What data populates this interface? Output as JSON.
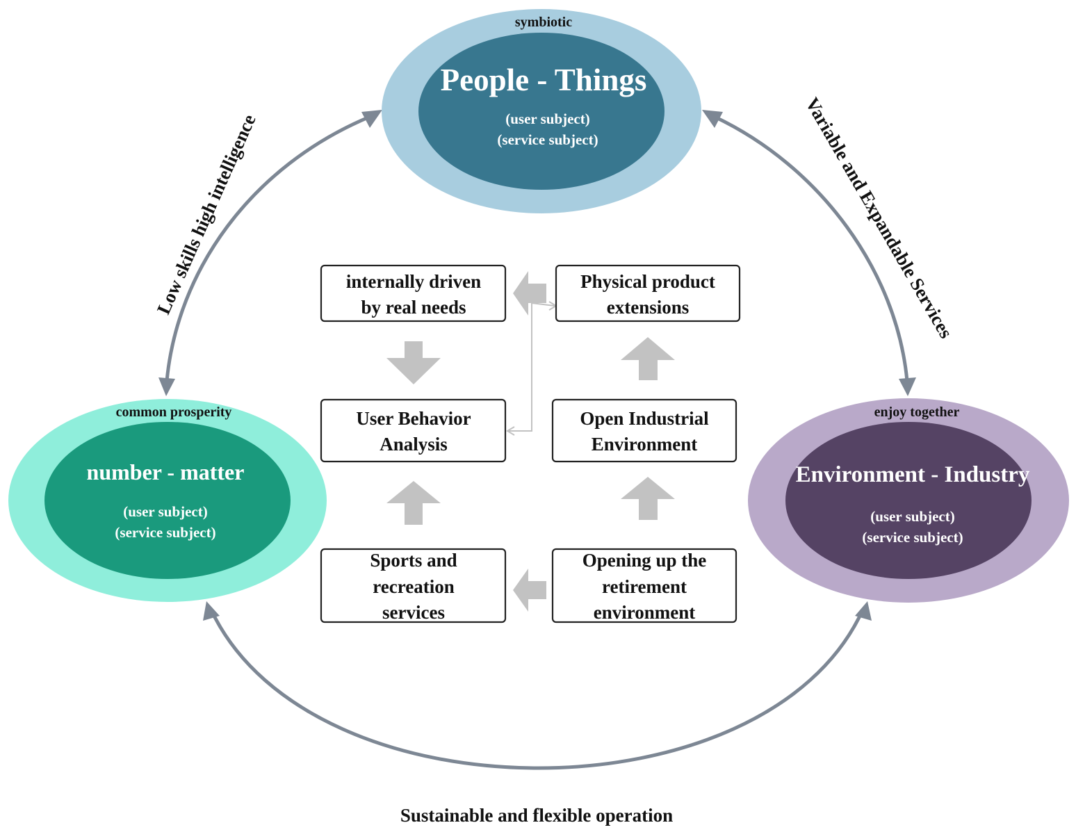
{
  "nodes": {
    "top": {
      "tag": "symbiotic",
      "title": "People - Things",
      "line1": "(user subject)",
      "line2": "(service subject)",
      "outer_color": "#a8cddf",
      "inner_color": "#38778f"
    },
    "left": {
      "tag": "common prosperity",
      "title": "number - matter",
      "line1": "(user subject)",
      "line2": "(service subject)",
      "outer_color": "#8feedb",
      "inner_color": "#1a9a7d"
    },
    "right": {
      "tag": "enjoy together",
      "title": "Environment - Industry",
      "line1": "(user subject)",
      "line2": "(service subject)",
      "outer_color": "#b9a9c9",
      "inner_color": "#554364"
    }
  },
  "arcs": {
    "left": "Low skills  high intelligence",
    "right": "Variable and Expandable Services",
    "bottom": "Sustainable and flexible operation",
    "arc_color": "#7d8794"
  },
  "boxes": {
    "internally_driven": [
      "internally driven",
      "by real needs"
    ],
    "physical_product": [
      "Physical product",
      "extensions"
    ],
    "user_behavior": [
      "User Behavior",
      "Analysis"
    ],
    "open_industrial": [
      "Open Industrial",
      "Environment"
    ],
    "sports_recreation": [
      "Sports and",
      "recreation",
      "services"
    ],
    "opening_retirement": [
      "Opening up the",
      "retirement",
      "environment"
    ]
  },
  "flow_arrow_color": "#c2c2c2"
}
